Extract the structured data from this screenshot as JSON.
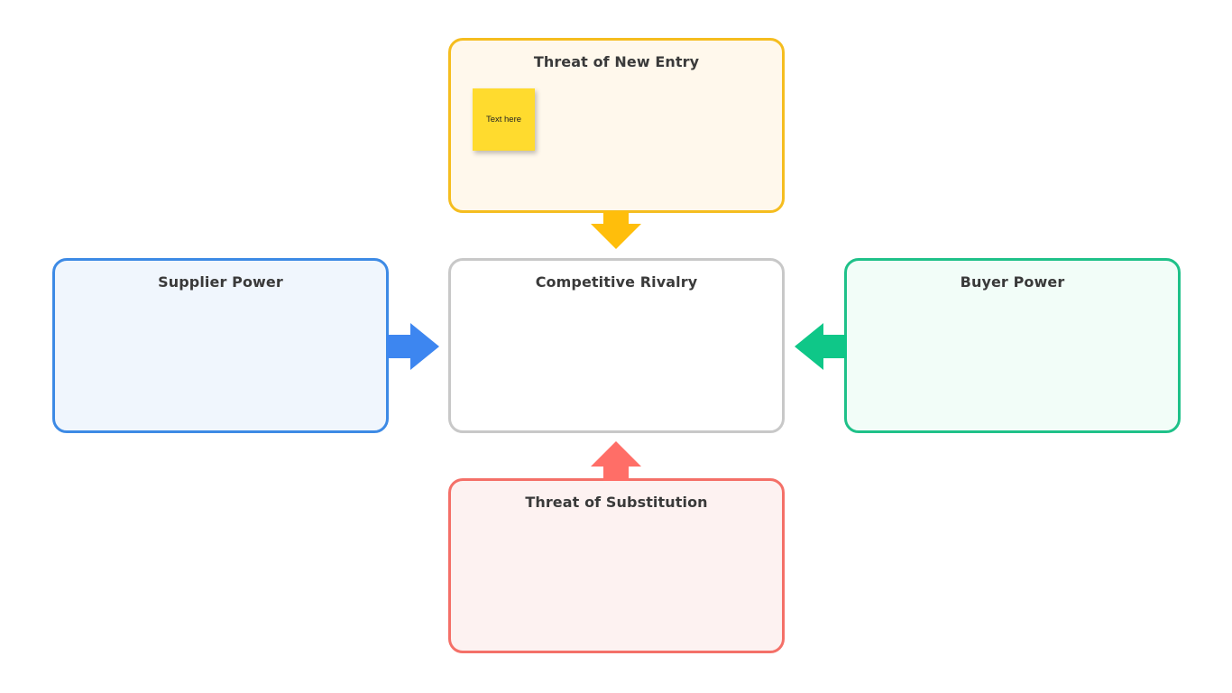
{
  "diagram": {
    "boxes": {
      "new_entry": {
        "title": "Threat of New Entry"
      },
      "supplier": {
        "title": "Supplier Power"
      },
      "rivalry": {
        "title": "Competitive Rivalry"
      },
      "buyer": {
        "title": "Buyer Power"
      },
      "substitution": {
        "title": "Threat of Substitution"
      }
    },
    "sticky_note": {
      "text": "Text here"
    },
    "colors": {
      "new_entry": "#f5bd1f",
      "supplier": "#3d8ae5",
      "rivalry": "#c8c8c8",
      "buyer": "#1fc189",
      "substitution": "#f47068",
      "sticky": "#ffdb2e"
    }
  }
}
